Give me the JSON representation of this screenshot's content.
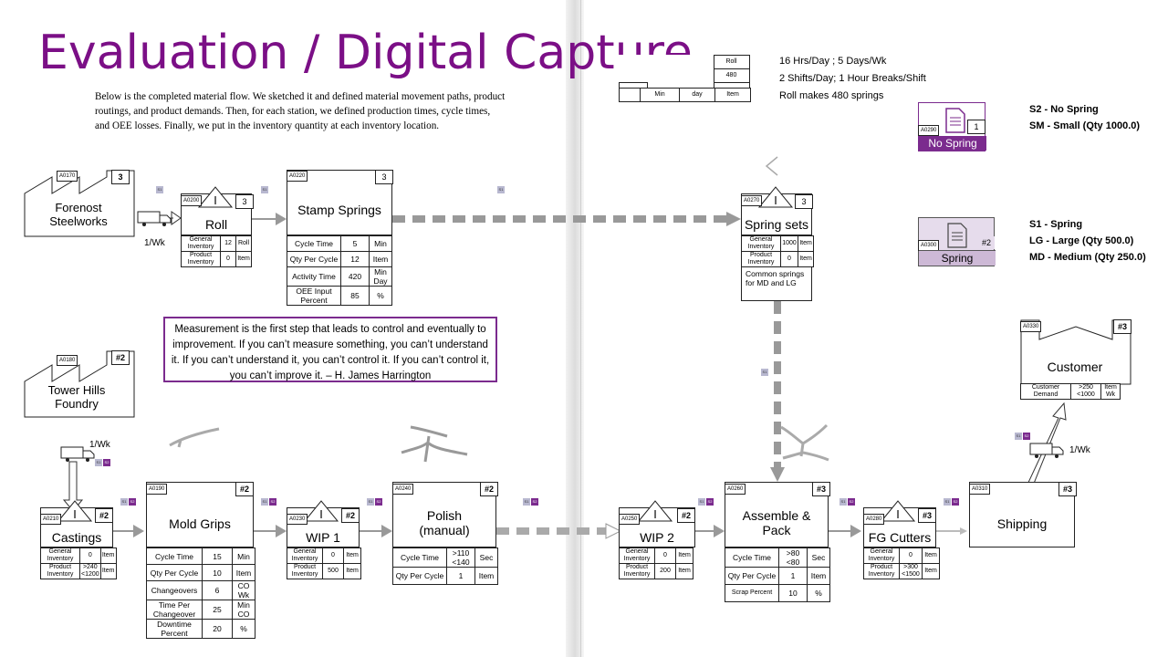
{
  "title": "Evaluation / Digital Capture",
  "intro": "Below is the completed material flow. We sketched it and defined material movement paths, product routings, and product demands. Then, for each station, we defined production times, cycle times, and OEE losses. Finally, we put in the inventory quantity at each inventory location.",
  "quote": "Measurement is the first step that leads to control and eventually to improvement. If you can’t measure something, you can’t understand it. If you can’t understand it, you can’t control it. If you can’t control it, you can’t improve it. – H. James Harrington",
  "header_table": {
    "r1": "Roll",
    "r2": "480",
    "c1": "Min",
    "c2": "day",
    "c3": "Item"
  },
  "shift_info": [
    "16 Hrs/Day ; 5 Days/Wk",
    "2 Shifts/Day; 1 Hour Breaks/Shift",
    "Roll makes 480 springs"
  ],
  "legend": {
    "no_spring": {
      "code": "A0290",
      "count": "1",
      "label": "No Spring",
      "title": "S2 - No Spring",
      "line": "SM - Small (Qty 1000.0)"
    },
    "spring": {
      "code": "A0300",
      "count": "#2",
      "label": "Spring",
      "title": "S1 - Spring",
      "line1": "LG - Large (Qty 500.0)",
      "line2": "MD - Medium (Qty 250.0)"
    }
  },
  "suppliers": {
    "forenost": {
      "code": "A0170",
      "count": "3",
      "name": "Forenost Steelworks",
      "freq": "1/Wk"
    },
    "tower": {
      "code": "A0180",
      "count": "#2",
      "name": "Tower Hills Foundry",
      "freq": "1/Wk"
    }
  },
  "roll": {
    "code": "A0200",
    "count": "3",
    "name": "Roll",
    "rows": [
      [
        "General Inventory",
        "12",
        "Roll"
      ],
      [
        "Product Inventory",
        "0",
        "Item"
      ]
    ]
  },
  "stamp": {
    "code": "A0220",
    "count": "3",
    "name": "Stamp Springs",
    "rows": [
      [
        "Cycle Time",
        "5",
        "Min"
      ],
      [
        "Qty Per Cycle",
        "12",
        "Item"
      ],
      [
        "Activity Time",
        "420",
        "Min Day"
      ],
      [
        "OEE Input Percent",
        "85",
        "%"
      ]
    ]
  },
  "springsets": {
    "code": "A0270",
    "count": "3",
    "name": "Spring sets",
    "rows": [
      [
        "General Inventory",
        "1000",
        "Item"
      ],
      [
        "Product Inventory",
        "0",
        "Item"
      ]
    ],
    "note": "Common springs for MD and LG"
  },
  "customer": {
    "code": "A0330",
    "count": "#3",
    "name": "Customer",
    "rows": [
      [
        "Customer Demand",
        ">250 <1000",
        "Item Wk"
      ]
    ],
    "freq": "1/Wk"
  },
  "castings": {
    "code": "A0210",
    "count": "#2",
    "name": "Castings",
    "rows": [
      [
        "General Inventory",
        "0",
        "Item"
      ],
      [
        "Product Inventory",
        ">240 <1200",
        "Item"
      ]
    ]
  },
  "mold": {
    "code": "A0190",
    "count": "#2",
    "name": "Mold Grips",
    "rows": [
      [
        "Cycle Time",
        "15",
        "Min"
      ],
      [
        "Qty Per Cycle",
        "10",
        "Item"
      ],
      [
        "Changeovers",
        "6",
        "CO Wk"
      ],
      [
        "Time Per Changeover",
        "25",
        "Min CO"
      ],
      [
        "Downtime Percent",
        "20",
        "%"
      ]
    ]
  },
  "wip1": {
    "code": "A0230",
    "count": "#2",
    "name": "WIP 1",
    "rows": [
      [
        "General Inventory",
        "0",
        "Item"
      ],
      [
        "Product Inventory",
        "500",
        "Item"
      ]
    ]
  },
  "polish": {
    "code": "A0240",
    "count": "#2",
    "name": "Polish (manual)",
    "rows": [
      [
        "Cycle Time",
        ">110 <140",
        "Sec"
      ],
      [
        "Qty Per Cycle",
        "1",
        "Item"
      ]
    ]
  },
  "wip2": {
    "code": "A0250",
    "count": "#2",
    "name": "WIP 2",
    "rows": [
      [
        "General Inventory",
        "0",
        "Item"
      ],
      [
        "Product Inventory",
        "200",
        "Item"
      ]
    ]
  },
  "assemble": {
    "code": "A0260",
    "count": "#3",
    "name": "Assemble & Pack",
    "rows": [
      [
        "Cycle Time",
        ">80 <80",
        "Sec"
      ],
      [
        "Qty Per Cycle",
        "1",
        "Item"
      ],
      [
        "Scrap Percent",
        "10",
        "%"
      ]
    ]
  },
  "fgcutters": {
    "code": "A0280",
    "count": "#3",
    "name": "FG Cutters",
    "rows": [
      [
        "General Inventory",
        "0",
        "Item"
      ],
      [
        "Product Inventory",
        ">300 <1500",
        "Item"
      ]
    ]
  },
  "shipping": {
    "code": "A0310",
    "count": "#3",
    "name": "Shipping"
  },
  "tags": {
    "s1": "S1",
    "s2": "S2"
  }
}
